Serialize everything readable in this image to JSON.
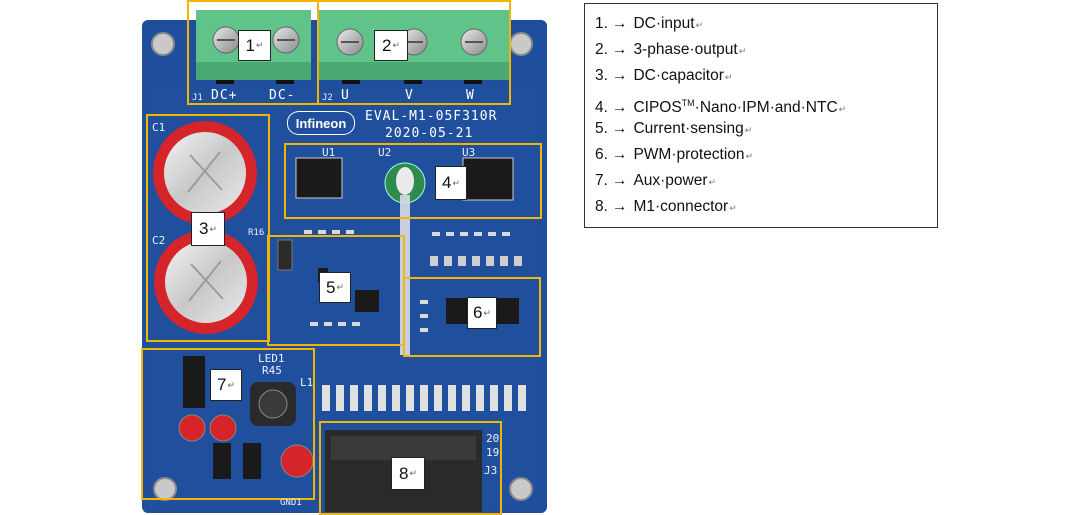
{
  "board": {
    "brand": "Infineon",
    "model": "EVAL-M1-05F310R",
    "date": "2020-05-21",
    "terminals": [
      "DC+",
      "DC-",
      "U",
      "V",
      "W"
    ],
    "designators": [
      "C1",
      "C2",
      "U1",
      "U2",
      "U3",
      "L1",
      "J1",
      "J2",
      "J3",
      "LED1",
      "R45",
      "R16",
      "GND1"
    ],
    "connector_pins": [
      "20",
      "19"
    ]
  },
  "callouts": [
    {
      "num": "1"
    },
    {
      "num": "2"
    },
    {
      "num": "3"
    },
    {
      "num": "4"
    },
    {
      "num": "5"
    },
    {
      "num": "6"
    },
    {
      "num": "7"
    },
    {
      "num": "8"
    }
  ],
  "return_mark": "↵",
  "legend": {
    "items": [
      {
        "num": "1.",
        "pre": "DC·input",
        "sup": "",
        "post": ""
      },
      {
        "num": "2.",
        "pre": "3-phase·output",
        "sup": "",
        "post": ""
      },
      {
        "num": "3.",
        "pre": "DC·capacitor",
        "sup": "",
        "post": ""
      },
      {
        "num": "4.",
        "pre": "CIPOS",
        "sup": "TM",
        "post": "·Nano·IPM·and·NTC"
      },
      {
        "num": "5.",
        "pre": "Current·sensing",
        "sup": "",
        "post": ""
      },
      {
        "num": "6.",
        "pre": "PWM·protection",
        "sup": "",
        "post": ""
      },
      {
        "num": "7.",
        "pre": "Aux·power",
        "sup": "",
        "post": ""
      },
      {
        "num": "8.",
        "pre": "M1·connector",
        "sup": "",
        "post": ""
      }
    ],
    "arrow": "→"
  },
  "colors": {
    "pcb": "#1f4e9c",
    "pcb_dark": "#173e82",
    "highlight": "#f2b500",
    "terminal": "#5fc38a",
    "capacitor_red": "#d6242b",
    "connector": "#2a2a2a"
  }
}
